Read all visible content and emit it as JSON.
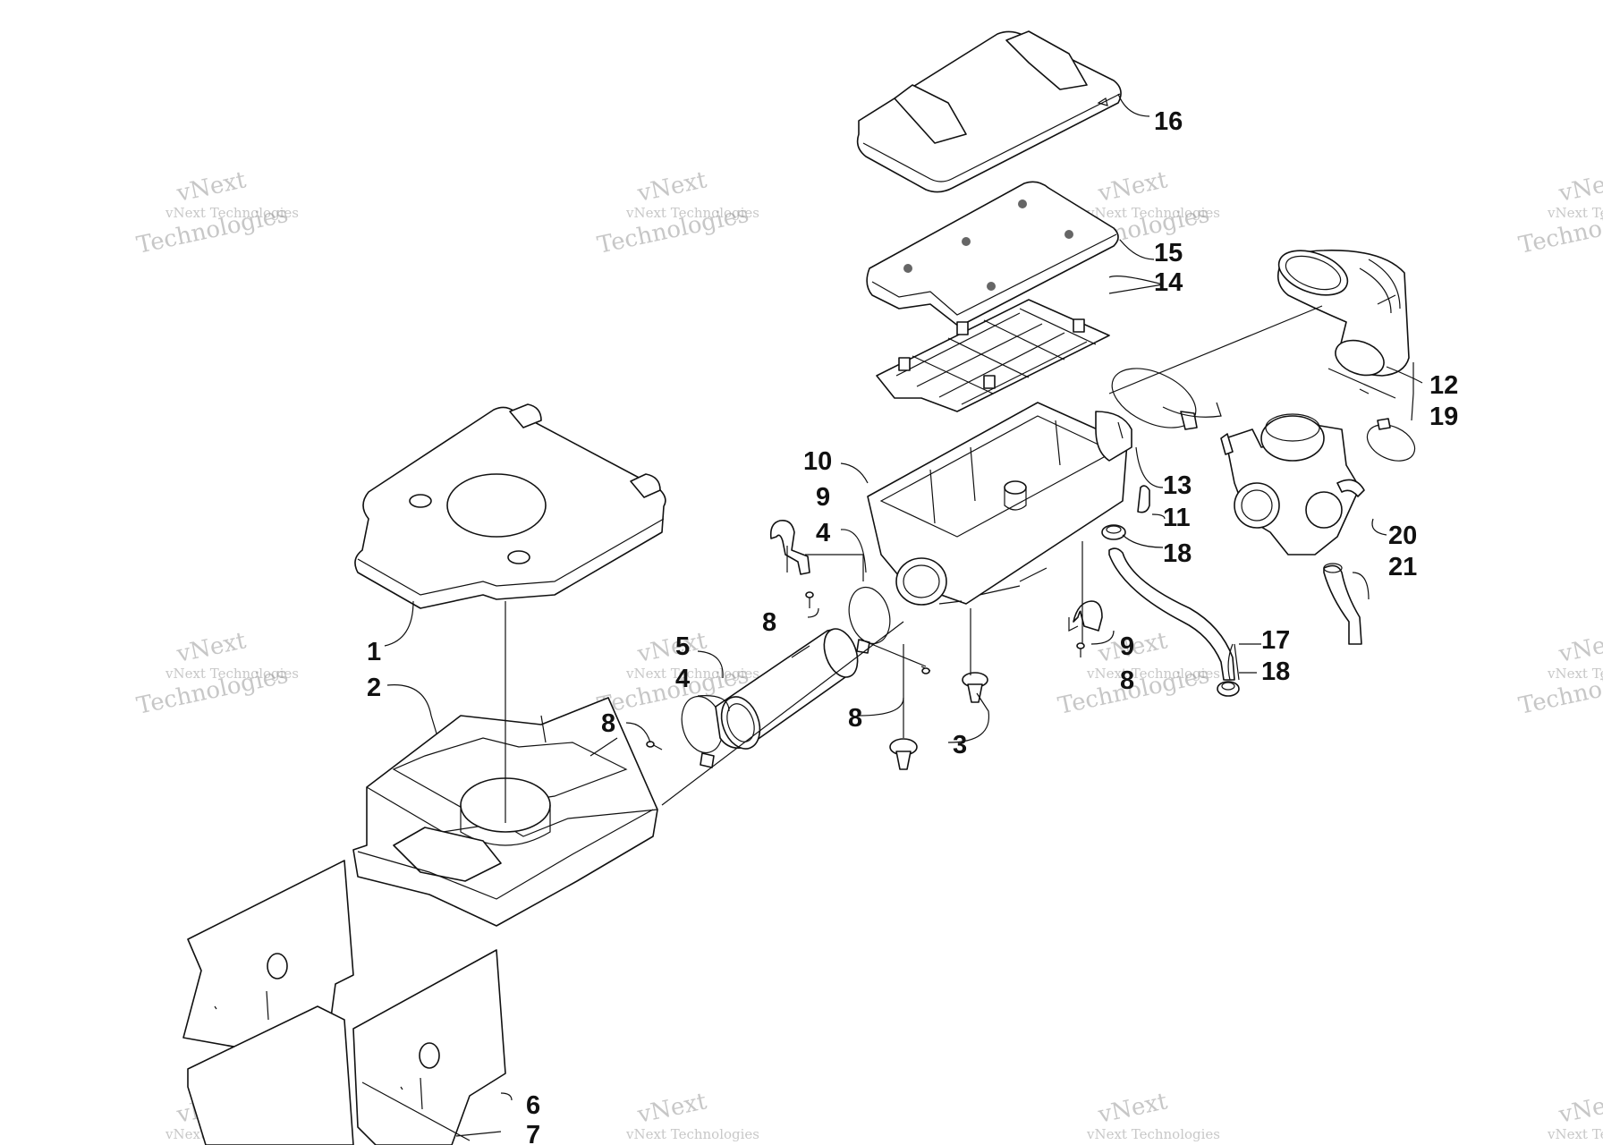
{
  "diagram": {
    "callouts": [
      {
        "id": "c1",
        "label": "1"
      },
      {
        "id": "c2",
        "label": "2"
      },
      {
        "id": "c3",
        "label": "3"
      },
      {
        "id": "c4a",
        "label": "4"
      },
      {
        "id": "c4b",
        "label": "4"
      },
      {
        "id": "c5",
        "label": "5"
      },
      {
        "id": "c6",
        "label": "6"
      },
      {
        "id": "c7",
        "label": "7"
      },
      {
        "id": "c8a",
        "label": "8"
      },
      {
        "id": "c8b",
        "label": "8"
      },
      {
        "id": "c8c",
        "label": "8"
      },
      {
        "id": "c8d",
        "label": "8"
      },
      {
        "id": "c9a",
        "label": "9"
      },
      {
        "id": "c9b",
        "label": "9"
      },
      {
        "id": "c10",
        "label": "10"
      },
      {
        "id": "c11",
        "label": "11"
      },
      {
        "id": "c12",
        "label": "12"
      },
      {
        "id": "c13",
        "label": "13"
      },
      {
        "id": "c14",
        "label": "14"
      },
      {
        "id": "c15",
        "label": "15"
      },
      {
        "id": "c16",
        "label": "16"
      },
      {
        "id": "c17",
        "label": "17"
      },
      {
        "id": "c18a",
        "label": "18"
      },
      {
        "id": "c18b",
        "label": "18"
      },
      {
        "id": "c19",
        "label": "19"
      },
      {
        "id": "c20",
        "label": "20"
      },
      {
        "id": "c21",
        "label": "21"
      }
    ],
    "watermark": {
      "line1": "vNext",
      "line2": "vNext Technologies",
      "line3": "Technologies",
      "color": "#9a9a9a"
    },
    "colors": {
      "line": "#111111",
      "background": "#ffffff"
    }
  }
}
